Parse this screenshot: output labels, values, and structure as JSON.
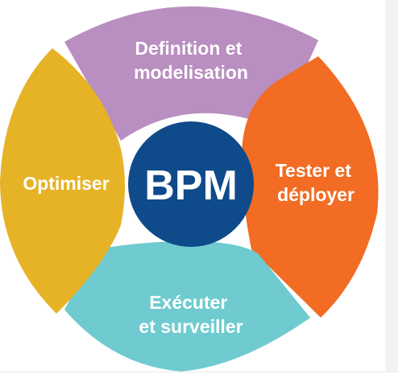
{
  "diagram": {
    "center": {
      "label": "BPM",
      "color": "#0f4a8a"
    },
    "segments": [
      {
        "id": "definition",
        "lines": [
          "Definition et",
          "modelisation"
        ],
        "color": "#b98ec0"
      },
      {
        "id": "tester",
        "lines": [
          "Tester et",
          "déployer"
        ],
        "color": "#f26c24"
      },
      {
        "id": "executer",
        "lines": [
          "Exécuter",
          "et surveiller"
        ],
        "color": "#6fcbcf"
      },
      {
        "id": "optimiser",
        "lines": [
          "Optimiser"
        ],
        "color": "#e6b327"
      }
    ]
  }
}
